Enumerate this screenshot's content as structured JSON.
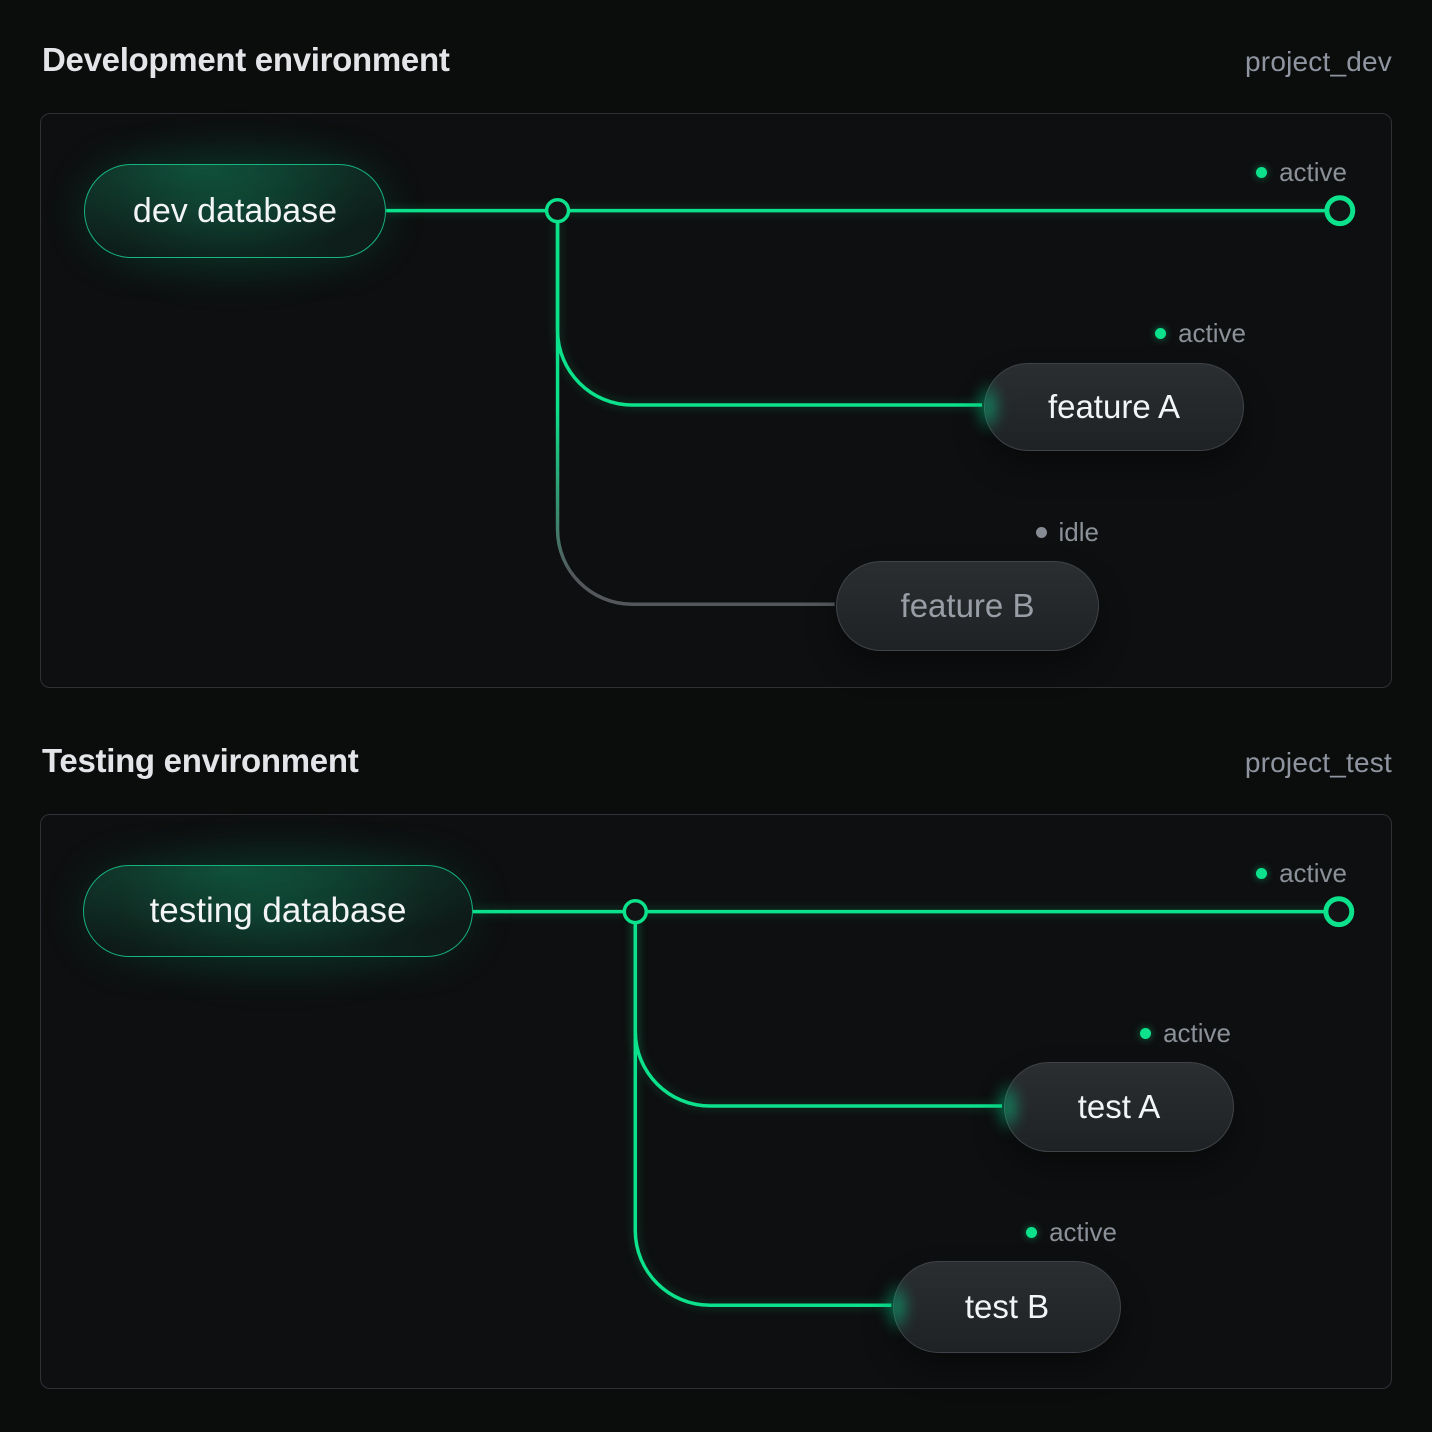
{
  "colors": {
    "accent_green": "#0ce28c",
    "idle_line_gray": "#54585d",
    "status_text_gray": "#8b9199",
    "background": "#0b0c0c"
  },
  "sections": [
    {
      "heading": "Development environment",
      "project": "project_dev",
      "trunk": {
        "status": "active"
      },
      "database": {
        "label": "dev database"
      },
      "branches": [
        {
          "label": "feature A",
          "status": "active"
        },
        {
          "label": "feature B",
          "status": "idle"
        }
      ]
    },
    {
      "heading": "Testing environment",
      "project": "project_test",
      "trunk": {
        "status": "active"
      },
      "database": {
        "label": "testing database"
      },
      "branches": [
        {
          "label": "test A",
          "status": "active"
        },
        {
          "label": "test B",
          "status": "active"
        }
      ]
    }
  ]
}
